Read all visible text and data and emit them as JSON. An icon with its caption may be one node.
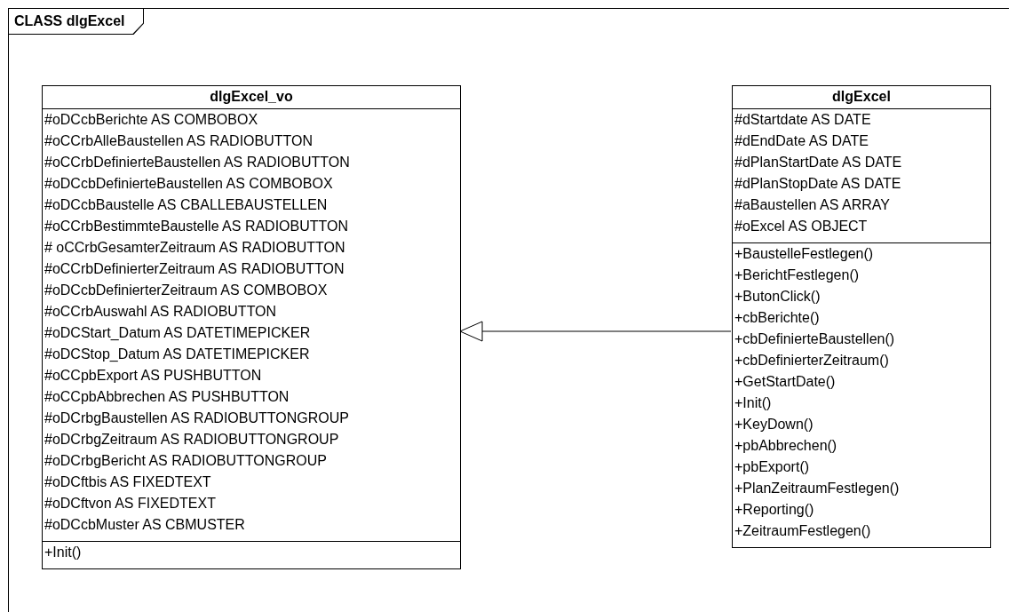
{
  "diagram": {
    "nodes": [
      {
        "text": [
          "CLASS dlgExcel"
        ]
      },
      {
        "text": [
          "dlgExcel_vo"
        ],
        "in": 0
      },
      {
        "text": [
          "#oDCcbBerichte AS COMBOBOX",
          "#oCCrbAlleBaustellen AS RADIOBUTTON",
          "#oCCrbDefinierteBaustellen AS RADIOBUTTON",
          "#oDCcbDefinierteBaustellen AS COMBOBOX",
          "#oDCcbBaustelle AS CBALLEBAUSTELLEN",
          "#oCCrbBestimmteBaustelle AS RADIOBUTTON",
          "# oCCrbGesamterZeitraum AS RADIOBUTTON",
          "#oCCrbDefinierterZeitraum AS RADIOBUTTON",
          "#oDCcbDefinierterZeitraum AS COMBOBOX",
          "#oCCrbAuswahl AS RADIOBUTTON",
          "#oDCStart_Datum AS DATETIMEPICKER",
          "#oDCStop_Datum AS DATETIMEPICKER",
          "#oCCpbExport AS PUSHBUTTON",
          "#oCCpbAbbrechen AS PUSHBUTTON",
          "#oDCrbgBaustellen AS RADIOBUTTONGROUP",
          "#oDCrbgZeitraum AS RADIOBUTTONGROUP",
          "#oDCrbgBericht AS RADIOBUTTONGROUP",
          "#oDCftbis AS FIXEDTEXT",
          "#oDCftvon AS FIXEDTEXT",
          "#oDCcbMuster AS CBMUSTER"
        ],
        "in": 1
      },
      {
        "text": [
          "+Init()"
        ],
        "in": 1
      },
      {
        "text": [
          "dlgExcel"
        ],
        "in": 0
      },
      {
        "text": [
          "#dStartdate AS DATE",
          "#dEndDate AS DATE",
          "#dPlanStartDate AS DATE",
          "#dPlanStopDate AS DATE",
          "#aBaustellen AS ARRAY",
          "#oExcel AS OBJECT"
        ],
        "in": 4
      },
      {
        "text": [
          "+BaustelleFestlegen()",
          "+BerichtFestlegen()",
          "+ButonClick()",
          "+cbBerichte()",
          "+cbDefinierteBaustellen()",
          "+cbDefinierterZeitraum()",
          "+GetStartDate()",
          "+Init()",
          "+KeyDown()",
          "+pbAbbrechen()",
          "+pbExport()",
          "+PlanZeitraumFestlegen()",
          "+Reporting()",
          "+ZeitraumFestlegen()"
        ],
        "in": 4
      }
    ],
    "edges": [
      {
        "from": 4,
        "to": 1,
        "arrow": "to"
      }
    ]
  }
}
